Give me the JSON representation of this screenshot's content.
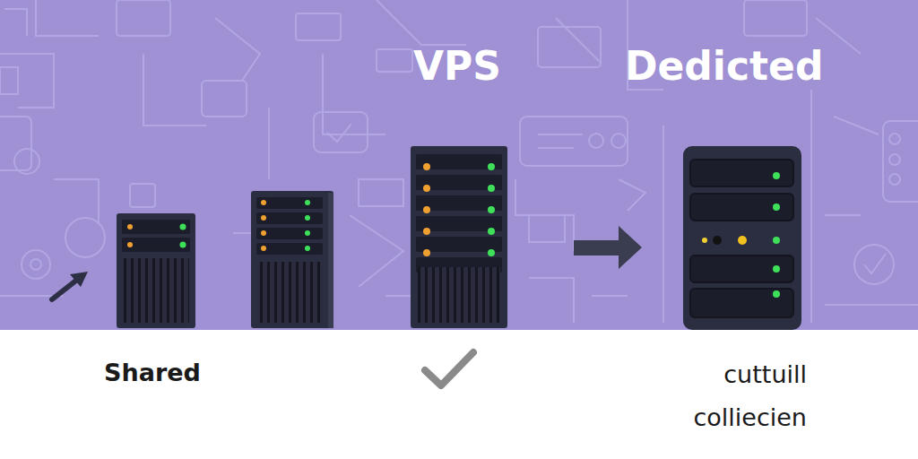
{
  "diagram": {
    "labels": [
      "VPS",
      "Dedicted",
      "Shared",
      "cuttuill",
      "colliecien"
    ]
  }
}
